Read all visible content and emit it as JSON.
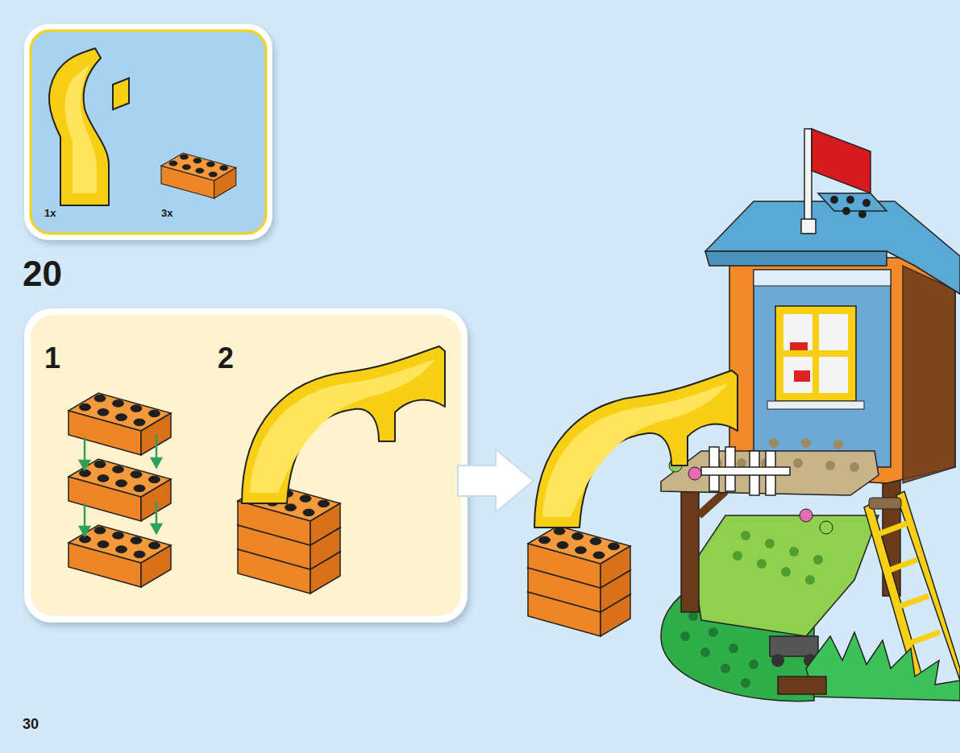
{
  "diagram": {
    "nodes": [
      {
        "text": [
          "1x",
          "3x"
        ]
      },
      {
        "text": [
          "1",
          "2"
        ]
      }
    ],
    "labels": [
      "20",
      "30"
    ]
  }
}
